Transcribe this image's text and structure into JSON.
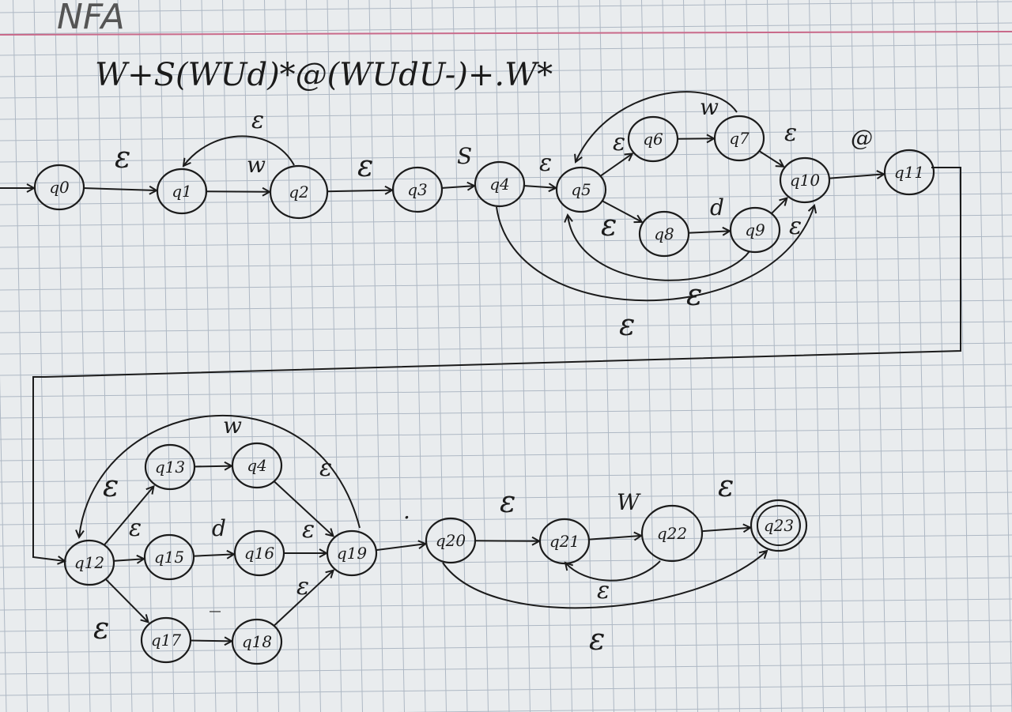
{
  "page": {
    "title": "NFA",
    "regex": "W+S(WUd)*@(WUdU-)+.W*"
  },
  "colors": {
    "paper": "#e9ecee",
    "grid": "#aeb8c4",
    "margin_line": "#c96a8a",
    "ink": "#1b1b1b"
  },
  "states": [
    {
      "id": "q0",
      "label": "q0"
    },
    {
      "id": "q1",
      "label": "q1"
    },
    {
      "id": "q2",
      "label": "q2"
    },
    {
      "id": "q3",
      "label": "q3"
    },
    {
      "id": "q4",
      "label": "q4"
    },
    {
      "id": "q5",
      "label": "q5"
    },
    {
      "id": "q6",
      "label": "q6"
    },
    {
      "id": "q7",
      "label": "q7"
    },
    {
      "id": "q8",
      "label": "q8"
    },
    {
      "id": "q9",
      "label": "q9"
    },
    {
      "id": "q10",
      "label": "q10"
    },
    {
      "id": "q11",
      "label": "q11"
    },
    {
      "id": "q12",
      "label": "q12"
    },
    {
      "id": "q13",
      "label": "q13"
    },
    {
      "id": "q14",
      "label": "q4"
    },
    {
      "id": "q15",
      "label": "q15"
    },
    {
      "id": "q16",
      "label": "q16"
    },
    {
      "id": "q17",
      "label": "q17"
    },
    {
      "id": "q18",
      "label": "q18"
    },
    {
      "id": "q19",
      "label": "q19"
    },
    {
      "id": "q20",
      "label": "q20"
    },
    {
      "id": "q21",
      "label": "q21"
    },
    {
      "id": "q22",
      "label": "q22"
    },
    {
      "id": "q23",
      "label": "q23",
      "accepting": true
    }
  ],
  "start_state": "q0",
  "transitions": [
    {
      "from": "q0",
      "to": "q1",
      "label": "ε"
    },
    {
      "from": "q1",
      "to": "q2",
      "label": "w"
    },
    {
      "from": "q2",
      "to": "q1",
      "label": "ε"
    },
    {
      "from": "q2",
      "to": "q3",
      "label": "ε"
    },
    {
      "from": "q3",
      "to": "q4",
      "label": "S"
    },
    {
      "from": "q4",
      "to": "q5",
      "label": "ε"
    },
    {
      "from": "q5",
      "to": "q6",
      "label": "ε"
    },
    {
      "from": "q6",
      "to": "q7",
      "label": "w"
    },
    {
      "from": "q7",
      "to": "q5",
      "label": "ε"
    },
    {
      "from": "q7",
      "to": "q10",
      "label": "ε"
    },
    {
      "from": "q5",
      "to": "q8",
      "label": "ε"
    },
    {
      "from": "q8",
      "to": "q9",
      "label": "d"
    },
    {
      "from": "q9",
      "to": "q10",
      "label": "ε"
    },
    {
      "from": "q9",
      "to": "q5",
      "label": "ε"
    },
    {
      "from": "q4",
      "to": "q10",
      "label": "ε"
    },
    {
      "from": "q10",
      "to": "q11",
      "label": "@"
    },
    {
      "from": "q11",
      "to": "q12",
      "label": ""
    },
    {
      "from": "q12",
      "to": "q13",
      "label": "ε"
    },
    {
      "from": "q13",
      "to": "q14",
      "label": "w"
    },
    {
      "from": "q14",
      "to": "q19",
      "label": "ε"
    },
    {
      "from": "q12",
      "to": "q15",
      "label": "ε"
    },
    {
      "from": "q15",
      "to": "q16",
      "label": "d"
    },
    {
      "from": "q16",
      "to": "q19",
      "label": "ε"
    },
    {
      "from": "q12",
      "to": "q17",
      "label": "ε"
    },
    {
      "from": "q17",
      "to": "q18",
      "label": "_"
    },
    {
      "from": "q18",
      "to": "q19",
      "label": "ε"
    },
    {
      "from": "q19",
      "to": "q12",
      "label": ""
    },
    {
      "from": "q19",
      "to": "q20",
      "label": "."
    },
    {
      "from": "q20",
      "to": "q21",
      "label": "ε"
    },
    {
      "from": "q21",
      "to": "q22",
      "label": "W"
    },
    {
      "from": "q22",
      "to": "q21",
      "label": "ε"
    },
    {
      "from": "q22",
      "to": "q23",
      "label": "ε"
    },
    {
      "from": "q20",
      "to": "q23",
      "label": "ε"
    }
  ]
}
